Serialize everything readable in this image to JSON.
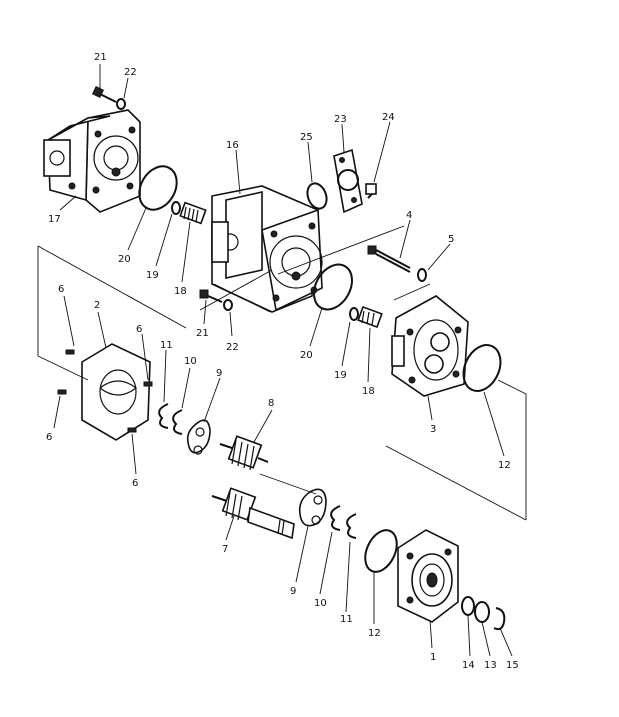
{
  "diagram": {
    "callouts": [
      {
        "id": "c21a",
        "text": "21"
      },
      {
        "id": "c22a",
        "text": "22"
      },
      {
        "id": "c17",
        "text": "17"
      },
      {
        "id": "c20a",
        "text": "20"
      },
      {
        "id": "c19a",
        "text": "19"
      },
      {
        "id": "c18a",
        "text": "18"
      },
      {
        "id": "c16",
        "text": "16"
      },
      {
        "id": "c25",
        "text": "25"
      },
      {
        "id": "c23",
        "text": "23"
      },
      {
        "id": "c24",
        "text": "24"
      },
      {
        "id": "c4",
        "text": "4"
      },
      {
        "id": "c5",
        "text": "5"
      },
      {
        "id": "c21b",
        "text": "21"
      },
      {
        "id": "c22b",
        "text": "22"
      },
      {
        "id": "c20b",
        "text": "20"
      },
      {
        "id": "c19b",
        "text": "19"
      },
      {
        "id": "c18b",
        "text": "18"
      },
      {
        "id": "c3",
        "text": "3"
      },
      {
        "id": "c12a",
        "text": "12"
      },
      {
        "id": "c6a",
        "text": "6"
      },
      {
        "id": "c2",
        "text": "2"
      },
      {
        "id": "c6b",
        "text": "6"
      },
      {
        "id": "c11a",
        "text": "11"
      },
      {
        "id": "c10a",
        "text": "10"
      },
      {
        "id": "c9a",
        "text": "9"
      },
      {
        "id": "c8",
        "text": "8"
      },
      {
        "id": "c6c",
        "text": "6"
      },
      {
        "id": "c6d",
        "text": "6"
      },
      {
        "id": "c7",
        "text": "7"
      },
      {
        "id": "c9b",
        "text": "9"
      },
      {
        "id": "c10b",
        "text": "10"
      },
      {
        "id": "c11b",
        "text": "11"
      },
      {
        "id": "c12b",
        "text": "12"
      },
      {
        "id": "c1",
        "text": "1"
      },
      {
        "id": "c14",
        "text": "14"
      },
      {
        "id": "c13",
        "text": "13"
      },
      {
        "id": "c15",
        "text": "15"
      }
    ]
  }
}
